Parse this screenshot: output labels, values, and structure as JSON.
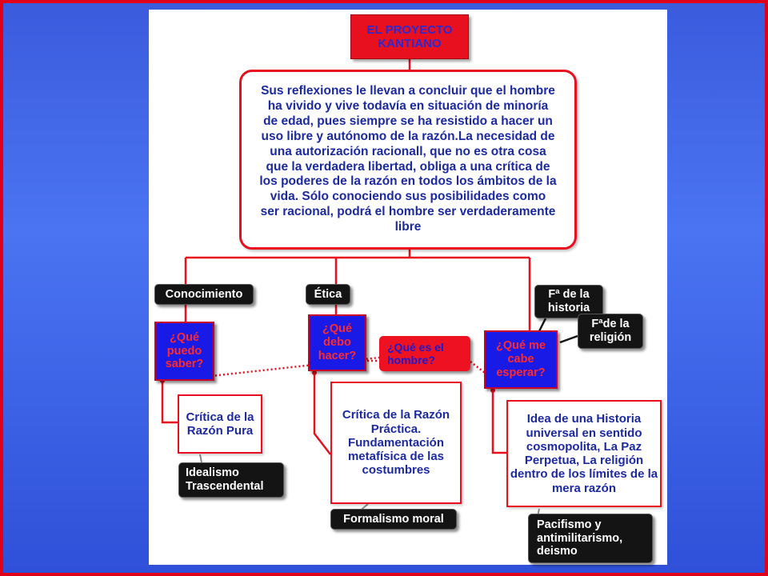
{
  "title": "EL PROYECTO KANTIANO",
  "main_text": "Sus reflexiones le llevan a concluir que el hombre ha vivido y vive todavía en situación de minoría de edad, pues siempre se ha resistido a hacer un uso libre y autónomo de la razón.La necesidad de una autorización racionall, que no es otra cosa que la verdadera libertad, obliga a una crítica de los poderes de la razón en todos los ámbitos de la vida. Sólo conociendo sus posibilidades como ser racional, podrá el hombre ser verdaderamente libre",
  "branches": {
    "conocimiento": {
      "tag": "Conocimiento",
      "question": "¿Qué puedo saber?",
      "work": "Crítica de la Razón Pura",
      "result": "Idealismo Trascendental"
    },
    "etica": {
      "tag": "Ética",
      "question": "¿Qué debo hacer?",
      "work": "Crítica de la Razón Práctica. Fundamentación metafísica de las costumbres",
      "result": "Formalismo moral"
    },
    "hombre": {
      "question": "¿Qué es el hombre?"
    },
    "esperanza": {
      "tag_history": "Fª de la historia",
      "tag_religion": "Fªde la religión",
      "question": "¿Qué me cabe esperar?",
      "work": "Idea de una Historia universal en sentido cosmopolita, La Paz Perpetua, La religión dentro de los límites de la mera razón",
      "result": "Pacifismo y antimilitarismo, deismo"
    }
  },
  "colors": {
    "frame_red": "#e0001a",
    "background_blue": "#3b5bdd",
    "box_red": "#e8101f",
    "question_blue": "#1a1ae6",
    "text_navy": "#1c2aa0",
    "tag_black": "#141414"
  }
}
